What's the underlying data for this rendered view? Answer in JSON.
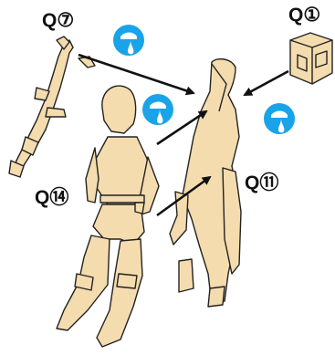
{
  "callouts": [
    {
      "id": "q7",
      "label": "Q⑦"
    },
    {
      "id": "q1",
      "label": "Q①"
    },
    {
      "id": "q14",
      "label": "Q⑭"
    },
    {
      "id": "q11",
      "label": "Q⑪"
    }
  ],
  "icons": {
    "glue_drop": {
      "name": "glue-drop-icon",
      "color": "#1aa3e8",
      "count": 3
    }
  },
  "colors": {
    "part_fill": "#f4dcae",
    "outline": "#222222",
    "arrow": "#111111"
  }
}
